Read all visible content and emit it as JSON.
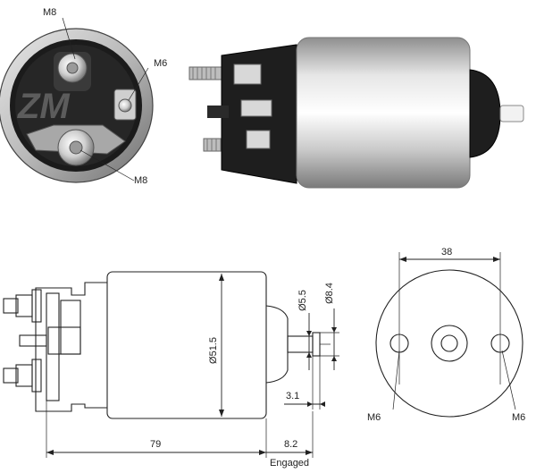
{
  "photo_labels": {
    "top_terminal": "M8",
    "side_terminal": "M6",
    "bottom_terminal": "M8"
  },
  "side_view_dimensions": {
    "body_diameter": "Ø51.5",
    "plunger_diameter": "Ø5.5",
    "rod_diameter": "Ø8.4",
    "plunger_offset": "3.1",
    "body_length": "79",
    "engaged_length": "8.2",
    "engaged_note": "Engaged"
  },
  "end_view_dimensions": {
    "hole_spacing": "38",
    "left_thread": "M6",
    "right_thread": "M6"
  }
}
